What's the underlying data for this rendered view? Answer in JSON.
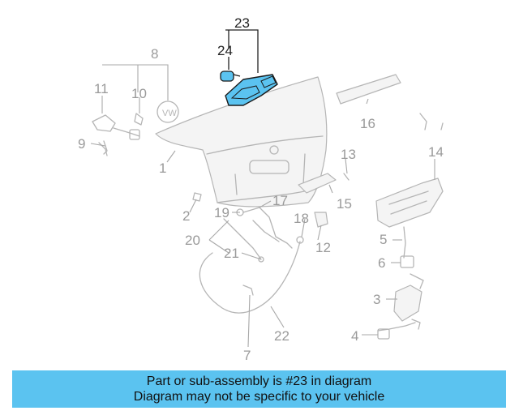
{
  "diagram": {
    "highlight_color": "#5bc3f0",
    "callouts": [
      {
        "id": "1",
        "label": "1"
      },
      {
        "id": "2",
        "label": "2"
      },
      {
        "id": "3",
        "label": "3"
      },
      {
        "id": "4",
        "label": "4"
      },
      {
        "id": "5",
        "label": "5"
      },
      {
        "id": "6",
        "label": "6"
      },
      {
        "id": "7",
        "label": "7"
      },
      {
        "id": "8",
        "label": "8"
      },
      {
        "id": "9",
        "label": "9"
      },
      {
        "id": "10",
        "label": "10"
      },
      {
        "id": "11",
        "label": "11"
      },
      {
        "id": "12",
        "label": "12"
      },
      {
        "id": "13",
        "label": "13"
      },
      {
        "id": "14",
        "label": "14"
      },
      {
        "id": "15",
        "label": "15"
      },
      {
        "id": "16",
        "label": "16"
      },
      {
        "id": "17",
        "label": "17"
      },
      {
        "id": "18",
        "label": "18"
      },
      {
        "id": "19",
        "label": "19"
      },
      {
        "id": "20",
        "label": "20"
      },
      {
        "id": "21",
        "label": "21"
      },
      {
        "id": "22",
        "label": "22"
      },
      {
        "id": "23",
        "label": "23"
      },
      {
        "id": "24",
        "label": "24"
      }
    ]
  },
  "banner": {
    "line1": "Part or sub-assembly is #23 in diagram",
    "line2": "Diagram may not be specific to your vehicle",
    "color": "#5bc3f0"
  }
}
